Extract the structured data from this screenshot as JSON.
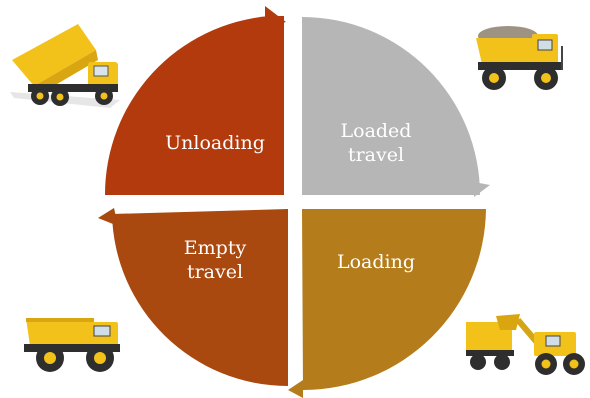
{
  "colors": {
    "unloading": "#b33a0c",
    "loaded_travel": "#b6b6b6",
    "loading": "#b47c1a",
    "empty_travel": "#a9480f",
    "truck_yellow": "#f2c21b",
    "truck_dark": "#2e2e2e",
    "ore": "#9e9282"
  },
  "quadrants": [
    {
      "key": "unloading",
      "lines": [
        "Unloading"
      ]
    },
    {
      "key": "loaded_travel",
      "lines": [
        "Loaded",
        "travel"
      ]
    },
    {
      "key": "loading",
      "lines": [
        "Loading"
      ]
    },
    {
      "key": "empty_travel",
      "lines": [
        "Empty",
        "travel"
      ]
    }
  ],
  "icons": [
    "dump-truck-tipping-icon",
    "loaded-haul-truck-icon",
    "loader-filling-truck-icon",
    "empty-dump-truck-icon"
  ]
}
